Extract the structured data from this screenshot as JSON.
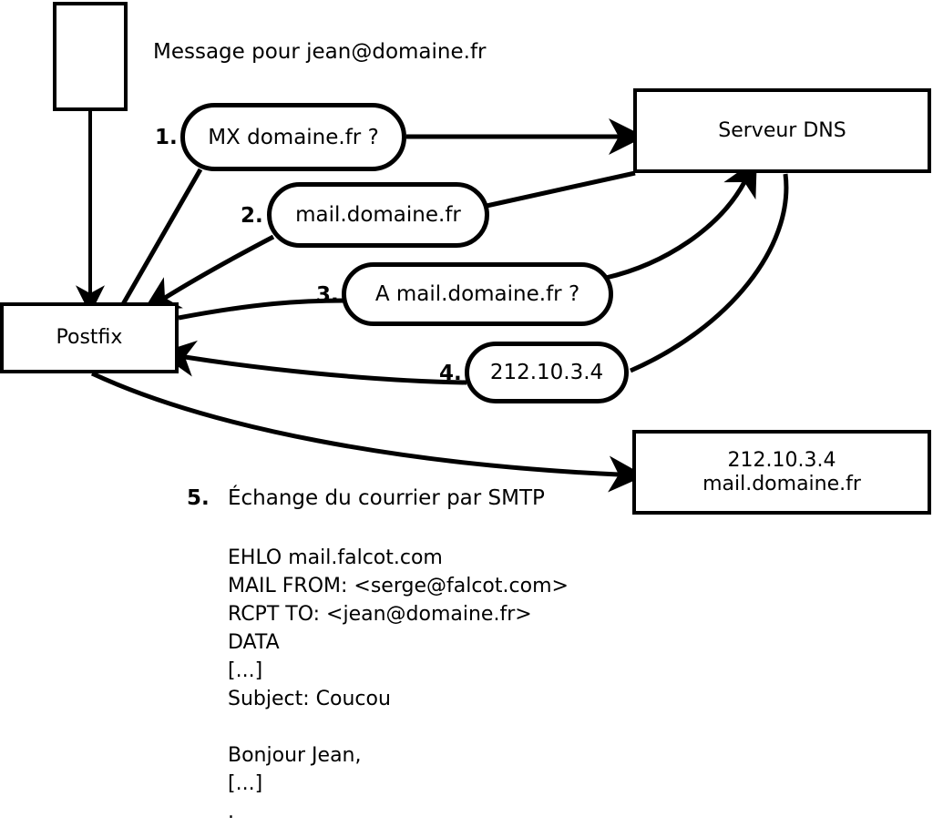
{
  "diagram": {
    "title_text": "Message pour jean@domaine.fr",
    "nodes": {
      "mua_box": {
        "label": ""
      },
      "postfix_box": {
        "label": "Postfix"
      },
      "dns_box": {
        "label": "Serveur DNS"
      },
      "mailserver_box": {
        "line1": "212.10.3.4",
        "line2": "mail.domaine.fr"
      }
    },
    "steps": [
      {
        "num": "1.",
        "bubble": "MX domaine.fr ?"
      },
      {
        "num": "2.",
        "bubble": "mail.domaine.fr"
      },
      {
        "num": "3.",
        "bubble": "A mail.domaine.fr ?"
      },
      {
        "num": "4.",
        "bubble": "212.10.3.4"
      },
      {
        "num": "5.",
        "caption": "Échange du courrier par SMTP"
      }
    ],
    "smtp_transcript": "EHLO mail.falcot.com\nMAIL FROM: <serge@falcot.com>\nRCPT TO: <jean@domaine.fr>\nDATA\n[...]\nSubject: Coucou\n\nBonjour Jean,\n[...]\n.",
    "colors": {
      "stroke": "#000000",
      "fill": "#ffffff",
      "text": "#000000"
    }
  }
}
